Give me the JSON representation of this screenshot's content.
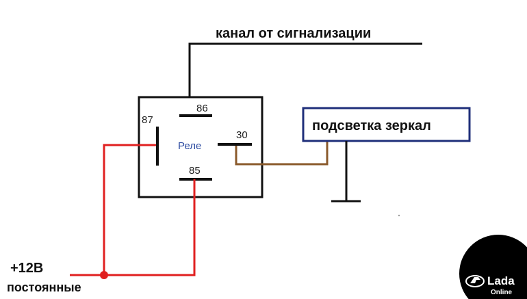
{
  "labels": {
    "signal_channel": "канал от сигнализации",
    "mirror_light": "подсветка зеркал",
    "power_value": "+12В",
    "power_type": "постоянные",
    "relay": "Реле"
  },
  "pins": {
    "p86": "86",
    "p87": "87",
    "p30": "30",
    "p85": "85"
  },
  "logo": {
    "name": "Lada",
    "sub": "Online",
    "icon": "lada-boat-logo-icon"
  },
  "colors": {
    "wire_black": "#111111",
    "wire_red": "#e02020",
    "wire_brown": "#8a5a2b",
    "wire_olive": "#8a8a2a",
    "lamp_box_border": "#1f2f7a",
    "relay_label": "#2b4aa0",
    "junction": "#e02020"
  }
}
